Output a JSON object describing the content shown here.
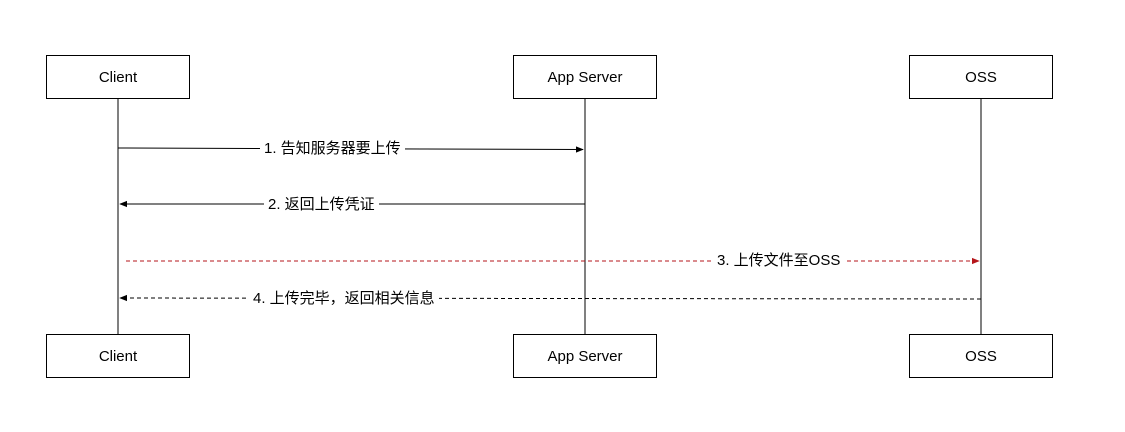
{
  "participants": [
    {
      "id": "client",
      "label": "Client"
    },
    {
      "id": "app",
      "label": "App Server"
    },
    {
      "id": "oss",
      "label": "OSS"
    }
  ],
  "messages": [
    {
      "label": "1. 告知服务器要上传",
      "from": "client",
      "to": "app",
      "style": "solid",
      "color": "#000000"
    },
    {
      "label": "2. 返回上传凭证",
      "from": "app",
      "to": "client",
      "style": "solid",
      "color": "#000000"
    },
    {
      "label": "3. 上传文件至OSS",
      "from": "client",
      "to": "oss",
      "style": "dashed",
      "color": "#b5161b"
    },
    {
      "label": "4. 上传完毕，返回相关信息",
      "from": "oss",
      "to": "client",
      "style": "dashed",
      "color": "#000000"
    }
  ]
}
